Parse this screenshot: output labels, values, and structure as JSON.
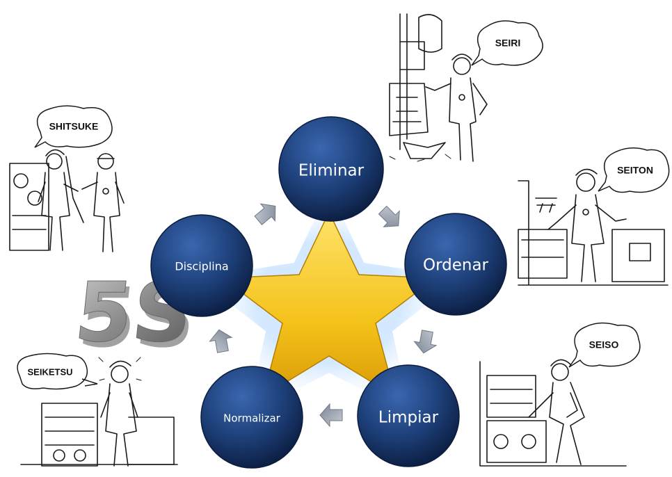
{
  "diagram": {
    "steps": [
      {
        "id": "eliminar",
        "label": "Eliminar"
      },
      {
        "id": "ordenar",
        "label": "Ordenar"
      },
      {
        "id": "limpiar",
        "label": "Limpiar"
      },
      {
        "id": "normalizar",
        "label": "Normalizar"
      },
      {
        "id": "disciplina",
        "label": "Disciplina"
      }
    ],
    "logo": "5S",
    "bubbles": {
      "seiri": "SEIRI",
      "seiton": "SEITON",
      "seiso": "SEISO",
      "seiketsu": "SEIKETSU",
      "shitsuke": "SHITSUKE"
    },
    "colors": {
      "circle": "#1d3f78",
      "circle_dark": "#0c1f45",
      "star": "#f4c21a",
      "arrow": "#9aa2ae",
      "logo": "#8f8f8f"
    }
  }
}
